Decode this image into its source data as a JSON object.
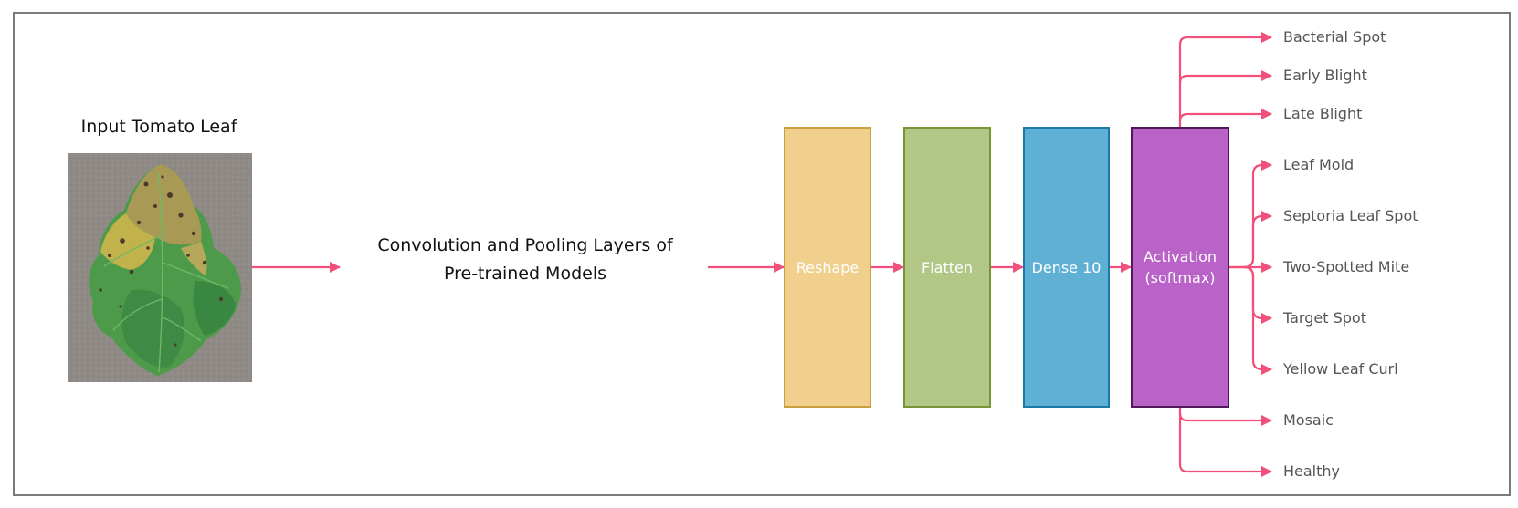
{
  "input": {
    "title": "Input Tomato Leaf"
  },
  "backbone": {
    "line1": "Convolution and Pooling Layers of",
    "line2": "Pre-trained Models"
  },
  "layers": [
    {
      "id": "reshape",
      "label": "Reshape",
      "fill": "#f0d08c",
      "border": "#c8a040"
    },
    {
      "id": "flatten",
      "label": "Flatten",
      "fill": "#b2c686",
      "border": "#789434"
    },
    {
      "id": "dense",
      "label": "Dense 10",
      "fill": "#5eb1d5",
      "border": "#1b7aa8"
    },
    {
      "id": "activation",
      "line1": "Activation",
      "line2": "(softmax)",
      "fill": "#b962c8",
      "border": "#4e1a58"
    }
  ],
  "classes": [
    "Bacterial Spot",
    "Early Blight",
    "Late Blight",
    "Leaf Mold",
    "Septoria Leaf Spot",
    "Two-Spotted Mite",
    "Target Spot",
    "Yellow Leaf Curl",
    "Mosaic",
    "Healthy"
  ],
  "colors": {
    "arrow": "#f0507a",
    "frame": "#7a7a7a"
  }
}
